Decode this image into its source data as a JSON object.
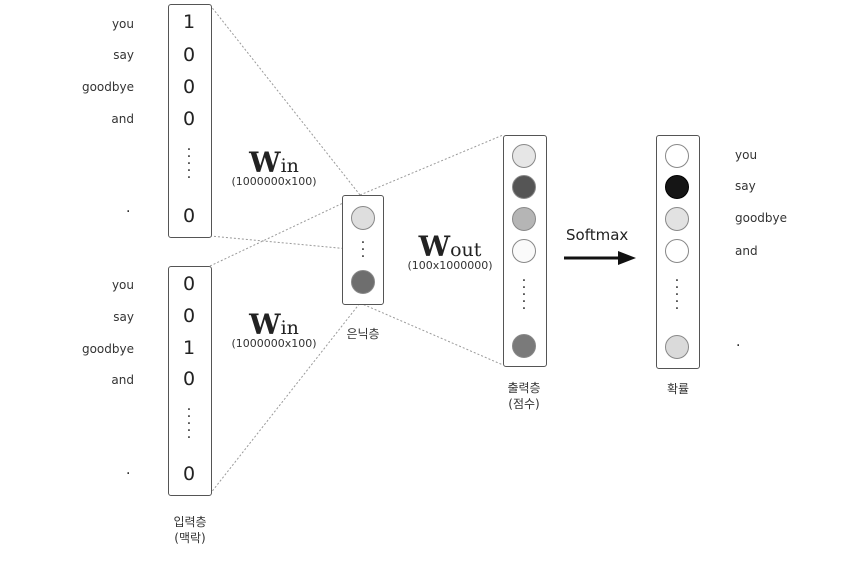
{
  "input_words_1": [
    "you",
    "say",
    "goodbye",
    "and"
  ],
  "input_words_2": [
    "you",
    "say",
    "goodbye",
    "and"
  ],
  "output_words": [
    "you",
    "say",
    "goodbye",
    "and"
  ],
  "input_vector_1": [
    "1",
    "0",
    "0",
    "0",
    "0"
  ],
  "input_vector_2": [
    "0",
    "0",
    "1",
    "0",
    "0"
  ],
  "dot": "·",
  "win_1": {
    "main": "W",
    "sub": "in",
    "dims": "(1000000x100)"
  },
  "win_2": {
    "main": "W",
    "sub": "in",
    "dims": "(1000000x100)"
  },
  "wout": {
    "main": "W",
    "sub": "out",
    "dims": "(100x1000000)"
  },
  "softmax_label": "Softmax",
  "captions": {
    "input_layer": "입력층",
    "input_layer_sub": "(맥락)",
    "hidden_layer": "은닉층",
    "output_layer": "출력층",
    "output_layer_sub": "(점수)",
    "probability": "확률"
  },
  "colors": {
    "hidden": [
      "#dedede",
      "#6e6e6e"
    ],
    "scores_top": [
      "#e6e6e6",
      "#555555",
      "#b5b5b5",
      "#fafafa"
    ],
    "scores_bottom": [
      "#7a7a7a"
    ],
    "probs_top": [
      "#ffffff",
      "#151515",
      "#e2e2e2",
      "#ffffff"
    ],
    "probs_bottom": [
      "#dadada"
    ]
  }
}
